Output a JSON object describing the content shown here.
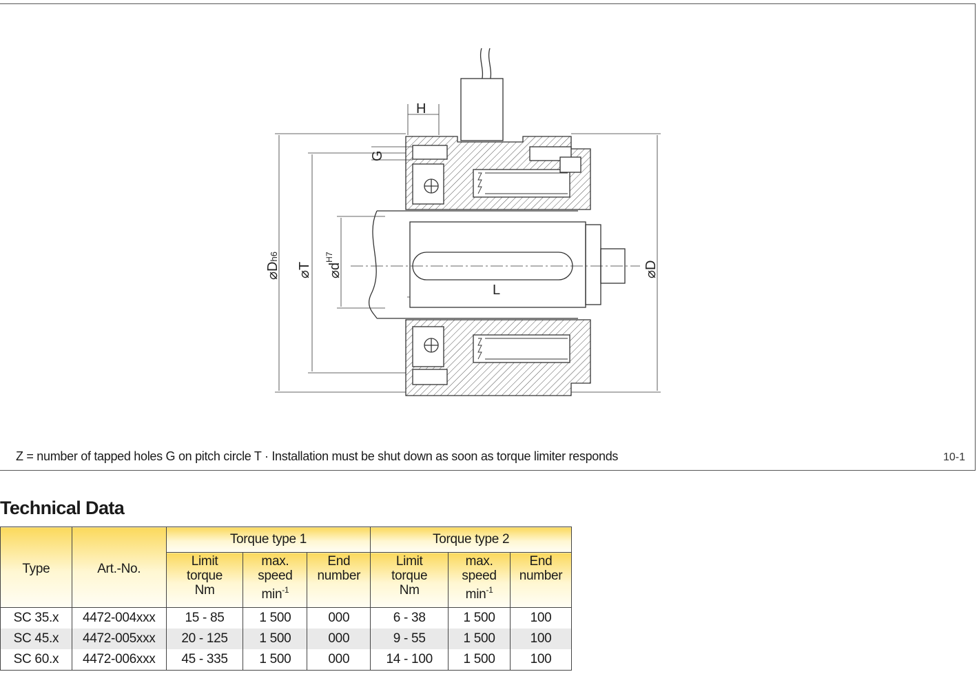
{
  "drawing": {
    "dimension_labels": {
      "H": "H",
      "G": "G",
      "D_h6": "⌀D",
      "D_h6_sub": "h6",
      "T": "⌀T",
      "d_H7": "⌀d",
      "d_H7_sup": "H7",
      "L": "L",
      "D": "⌀D"
    }
  },
  "caption": "Z = number of tapped holes G on pitch circle T · Installation must be shut down as soon as torque limiter responds",
  "figure_id": "10-1",
  "section_title": "Technical Data",
  "table": {
    "header": {
      "type": "Type",
      "art_no": "Art.-No.",
      "torque_type_1": "Torque type 1",
      "torque_type_2": "Torque type 2",
      "limit_torque": [
        "Limit",
        "torque",
        "Nm"
      ],
      "max_speed": [
        "max.",
        "speed",
        "min",
        "-1"
      ],
      "end_number": [
        "End",
        "number"
      ]
    },
    "rows": [
      [
        "SC 35.x",
        "4472-004xxx",
        "15 - 85",
        "1 500",
        "000",
        "6 - 38",
        "1 500",
        "100"
      ],
      [
        "SC 45.x",
        "4472-005xxx",
        "20 - 125",
        "1 500",
        "000",
        "9 - 55",
        "1 500",
        "100"
      ],
      [
        "SC 60.x",
        "4472-006xxx",
        "45 - 335",
        "1 500",
        "000",
        "14 - 100",
        "1 500",
        "100"
      ]
    ]
  }
}
